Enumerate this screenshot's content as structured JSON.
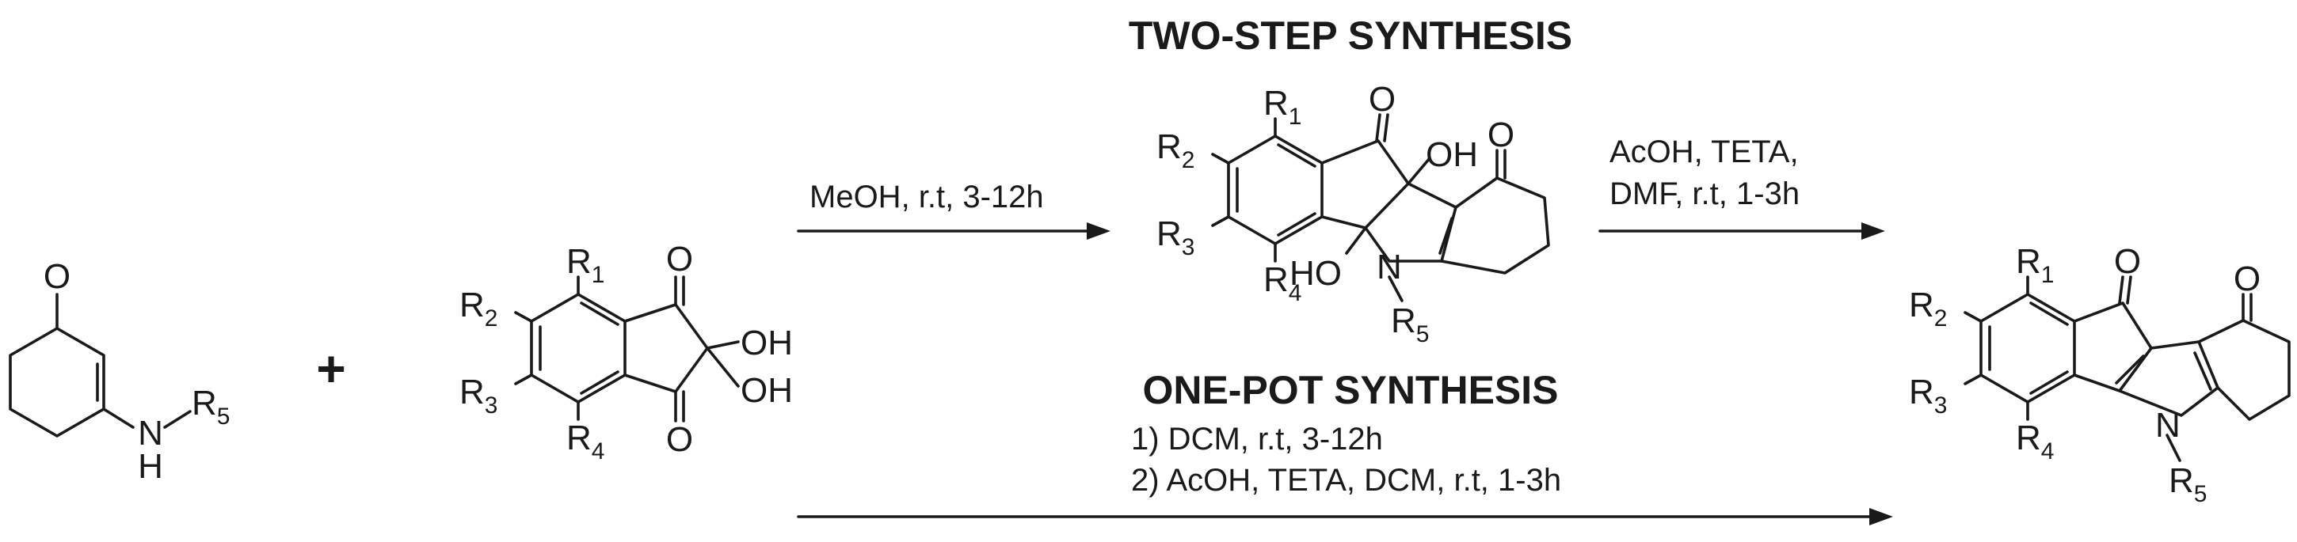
{
  "headings": {
    "two_step": "TWO-STEP SYNTHESIS",
    "one_pot": "ONE-POT SYNTHESIS"
  },
  "conditions": {
    "step1": "MeOH, r.t, 3-12h",
    "step2_line1": "AcOH, TETA,",
    "step2_line2": "DMF, r.t, 1-3h",
    "onepot_line1": "1) DCM, r.t, 3-12h",
    "onepot_line2": "2) AcOH, TETA, DCM, r.t, 1-3h"
  },
  "plus_sign": "+",
  "atoms": {
    "O": "O",
    "OH": "OH",
    "HO": "HO",
    "N": "N",
    "H": "H",
    "R": "R"
  },
  "subscripts": {
    "s1": "1",
    "s2": "2",
    "s3": "3",
    "s4": "4",
    "s5": "5"
  }
}
